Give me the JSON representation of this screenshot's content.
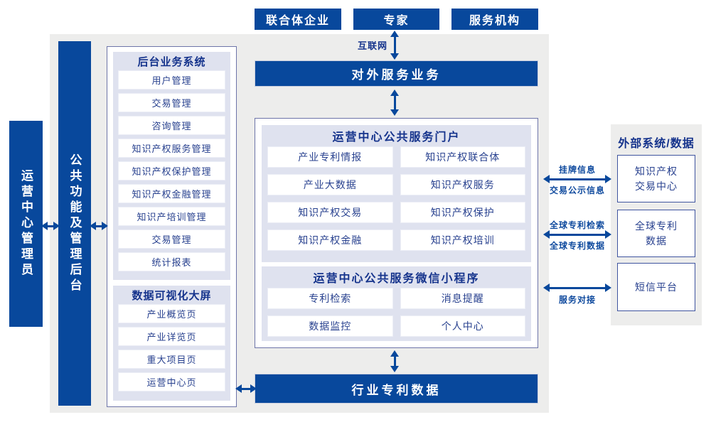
{
  "top_actors": [
    "联合体企业",
    "专家",
    "服务机构"
  ],
  "internet_label": "互联网",
  "external_service_bar": "对外服务业务",
  "industry_patent_bar": "行业专利数据",
  "admin_bar": "运营中心管理员",
  "backend_func_bar": "公共功能及管理后台",
  "left_panel": {
    "backend_system": {
      "title": "后台业务系统",
      "items": [
        "用户管理",
        "交易管理",
        "咨询管理",
        "知识产权服务管理",
        "知识产权保护管理",
        "知识产权金融管理",
        "知识产培训管理",
        "交易管理",
        "统计报表"
      ]
    },
    "visualization": {
      "title": "数据可视化大屏",
      "items": [
        "产业概览页",
        "产业详览页",
        "重大项目页",
        "运营中心页"
      ]
    }
  },
  "portal": {
    "title": "运营中心公共服务门户",
    "items": [
      "产业专利情报",
      "知识产权联合体",
      "产业大数据",
      "知识产权服务",
      "知识产权交易",
      "知识产权保护",
      "知识产权金融",
      "知识产权培训"
    ]
  },
  "miniprogram": {
    "title": "运营中心公共服务微信小程序",
    "items": [
      "专利检索",
      "消息提醒",
      "数据监控",
      "个人中心"
    ]
  },
  "external_panel": {
    "title": "外部系统/数据",
    "systems": [
      {
        "line1": "知识产权",
        "line2": "交易中心"
      },
      {
        "line1": "全球专利",
        "line2": "数据"
      },
      {
        "line1": "短信平台",
        "line2": ""
      }
    ]
  },
  "connections": {
    "c1_top": "挂牌信息",
    "c1_bottom": "交易公示信息",
    "c2_top": "全球专利检索",
    "c2_bottom": "全球专利数据",
    "c3_bottom": "服务对接"
  },
  "colors": {
    "primary_blue": "#08489c",
    "background_gray": "#ededec",
    "section_lavender": "#dfe2ef",
    "navy_text": "#15338c"
  }
}
